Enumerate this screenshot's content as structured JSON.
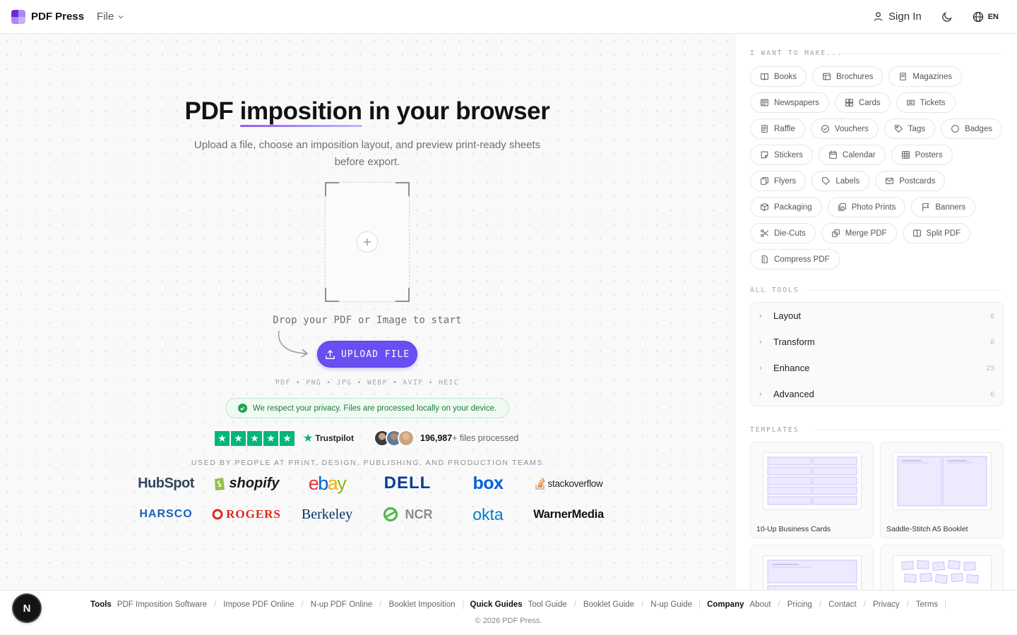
{
  "header": {
    "brand": "PDF Press",
    "file_menu": "File",
    "sign_in": "Sign In",
    "language": "EN"
  },
  "hero": {
    "title_pre": "PDF ",
    "title_highlight": "imposition",
    "title_post": " in your browser",
    "subtitle": "Upload a file, choose an imposition layout, and preview print-ready sheets before export.",
    "drop_text": "Drop your PDF or Image to start",
    "upload_label": "UPLOAD FILE",
    "formats": "PDF • PNG • JPG • WEBP • AVIF • HEIC",
    "privacy": "We respect your privacy. Files are processed locally on your device.",
    "trustpilot": "Trustpilot",
    "files_count": "196,987",
    "files_suffix": "+ files processed",
    "used_by": "USED BY PEOPLE AT PRINT, DESIGN, PUBLISHING, AND PRODUCTION TEAMS",
    "rating_stars": 5
  },
  "logos": [
    {
      "name": "HubSpot",
      "color": "#33475b"
    },
    {
      "name": "shopify",
      "color": "#1a1a1a"
    },
    {
      "name": "ebay",
      "color": "#e53238"
    },
    {
      "name": "DELL",
      "color": "#0a3d91"
    },
    {
      "name": "box",
      "color": "#0061d5"
    },
    {
      "name": "stackoverflow",
      "color": "#222426"
    },
    {
      "name": "HARSCO",
      "color": "#1663b5"
    },
    {
      "name": "ROGERS",
      "color": "#da291c"
    },
    {
      "name": "Berkeley",
      "color": "#003262"
    },
    {
      "name": "NCR",
      "color": "#54b948"
    },
    {
      "name": "okta",
      "color": "#007dc1"
    },
    {
      "name": "WarnerMedia",
      "color": "#111111"
    }
  ],
  "sidebar": {
    "make_label": "I WANT TO MAKE...",
    "chip_rows": [
      [
        {
          "label": "Books",
          "icon": "book-icon"
        },
        {
          "label": "Brochures",
          "icon": "brochure-icon"
        },
        {
          "label": "Magazines",
          "icon": "magazine-icon"
        }
      ],
      [
        {
          "label": "Newspapers",
          "icon": "newspaper-icon"
        },
        {
          "label": "Cards",
          "icon": "cards-icon"
        },
        {
          "label": "Tickets",
          "icon": "ticket-icon"
        }
      ],
      [
        {
          "label": "Raffle",
          "icon": "raffle-icon"
        },
        {
          "label": "Vouchers",
          "icon": "voucher-icon"
        },
        {
          "label": "Tags",
          "icon": "tag-icon"
        },
        {
          "label": "Badges",
          "icon": "badge-icon"
        }
      ],
      [
        {
          "label": "Stickers",
          "icon": "sticker-icon"
        },
        {
          "label": "Calendar",
          "icon": "calendar-icon"
        },
        {
          "label": "Posters",
          "icon": "poster-icon"
        }
      ],
      [
        {
          "label": "Flyers",
          "icon": "flyer-icon"
        },
        {
          "label": "Labels",
          "icon": "label-icon"
        },
        {
          "label": "Postcards",
          "icon": "postcard-icon"
        }
      ],
      [
        {
          "label": "Packaging",
          "icon": "packaging-icon"
        },
        {
          "label": "Photo Prints",
          "icon": "photo-prints-icon"
        },
        {
          "label": "Banners",
          "icon": "banner-icon"
        }
      ],
      [
        {
          "label": "Die-Cuts",
          "icon": "scissors-icon"
        },
        {
          "label": "Merge PDF",
          "icon": "merge-icon"
        },
        {
          "label": "Split PDF",
          "icon": "split-icon"
        }
      ],
      [
        {
          "label": "Compress PDF",
          "icon": "compress-icon"
        }
      ]
    ],
    "tools_label": "ALL TOOLS",
    "tools": [
      {
        "label": "Layout",
        "count": "6"
      },
      {
        "label": "Transform",
        "count": "8"
      },
      {
        "label": "Enhance",
        "count": "23"
      },
      {
        "label": "Advanced",
        "count": "6"
      }
    ],
    "templates_label": "TEMPLATES",
    "templates": [
      {
        "name": "10-Up Business Cards"
      },
      {
        "name": "Saddle-Stitch A5 Booklet"
      },
      {
        "name": ""
      },
      {
        "name": ""
      }
    ]
  },
  "footer": {
    "tools_heading": "Tools",
    "tools_links": [
      "PDF Imposition Software",
      "Impose PDF Online",
      "N-up PDF Online",
      "Booklet Imposition"
    ],
    "guides_heading": "Quick Guides",
    "guides_links": [
      "Tool Guide",
      "Booklet Guide",
      "N-up Guide"
    ],
    "company_heading": "Company",
    "company_links": [
      "About",
      "Pricing",
      "Contact",
      "Privacy",
      "Terms"
    ],
    "copyright": "© 2026 PDF Press.",
    "badge": "N"
  }
}
